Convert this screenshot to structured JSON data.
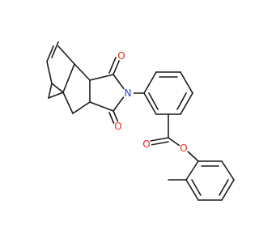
{
  "molecule": {
    "colors": {
      "bond": "#1a1a1a",
      "oxygen": "#e8251f",
      "nitrogen": "#2a3cdb"
    },
    "atom_labels": {
      "imide_oxygen_top": "O",
      "imide_oxygen_bottom": "O",
      "imide_nitrogen": "N",
      "carbonyl_oxygen": "O",
      "ester_oxygen": "O"
    }
  }
}
